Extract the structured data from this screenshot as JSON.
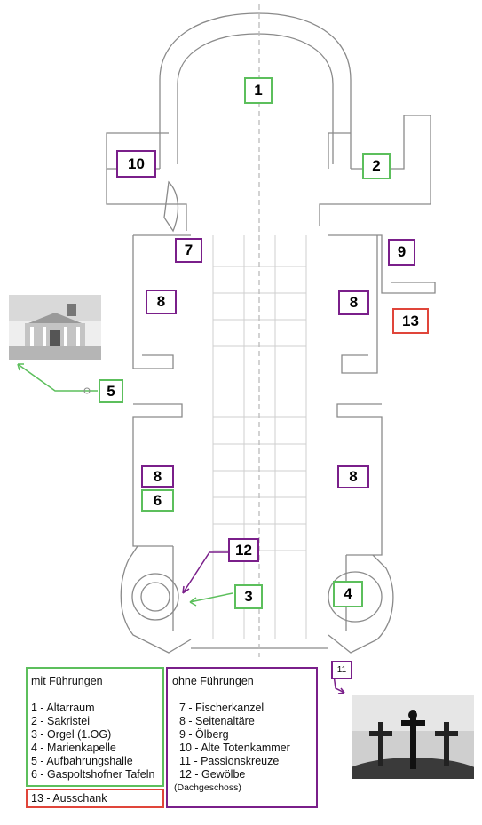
{
  "markers": {
    "n1": "1",
    "n2": "2",
    "n3": "3",
    "n4": "4",
    "n5": "5",
    "n6": "6",
    "n7": "7",
    "n8a": "8",
    "n8b": "8",
    "n8c": "8",
    "n8d": "8",
    "n9": "9",
    "n10": "10",
    "n11": "11",
    "n12": "12",
    "n13": "13"
  },
  "legend_guided": {
    "title": "mit Führungen",
    "items": [
      "1 - Altarraum",
      "2 - Sakristei",
      "3 - Orgel (1.OG)",
      "4 - Marienkapelle",
      "5 - Aufbahrungshalle",
      "6 - Gaspoltshofner Tafeln"
    ]
  },
  "legend_unguided": {
    "title": "ohne Führungen",
    "items": [
      "7 - Fischerkanzel",
      "8 - Seitenaltäre",
      "9 - Ölberg",
      "10 - Alte Totenkammer",
      "11 - Passionskreuze",
      "12 - Gewölbe"
    ],
    "note": "(Dachgeschoss)"
  },
  "legend_tavern": {
    "label": "13 - Ausschank"
  },
  "colors": {
    "guided": "#5cbf5c",
    "unguided": "#7a1f8a",
    "tavern": "#e0453a",
    "plan_lines": "#8a8a8a"
  },
  "icons": {
    "hall_photo": "mortuary-hall-photo",
    "crosses_photo": "passion-crosses-photo"
  }
}
